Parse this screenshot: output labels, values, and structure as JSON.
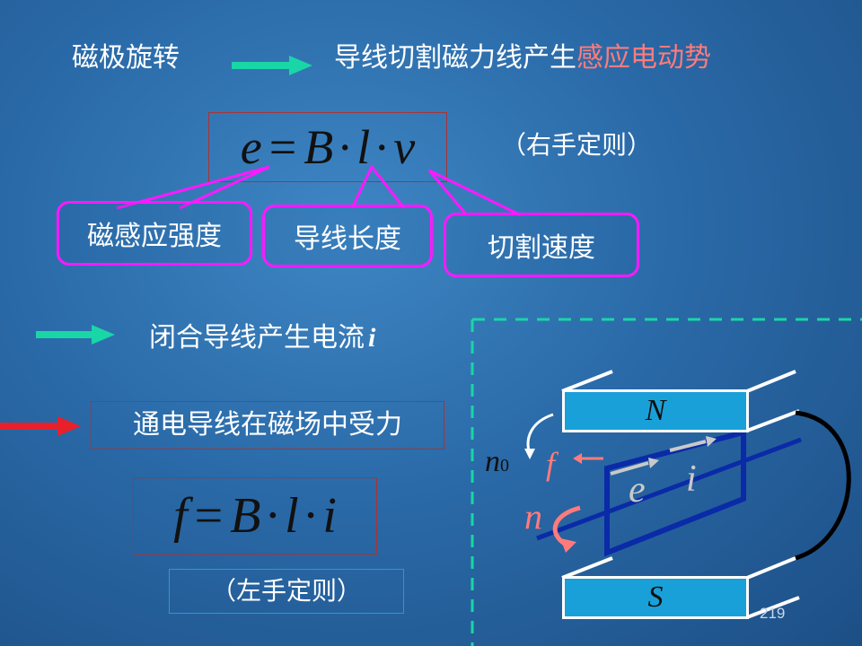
{
  "top": {
    "left_text": "磁极旋转",
    "right_plain": "导线切割磁力线产生",
    "right_red": "感应电动势"
  },
  "formula_e": {
    "lhs": "e",
    "eq": "=",
    "b": "B",
    "dot1": "·",
    "l": "l",
    "dot2": "·",
    "v": "v"
  },
  "right_hand": "（右手定则）",
  "callouts": {
    "b_label": "磁感应强度",
    "l_label": "导线长度",
    "v_label": "切割速度"
  },
  "current": {
    "text": "闭合导线产生电流",
    "var": "i"
  },
  "force": {
    "text": "通电导线在磁场中受力"
  },
  "formula_f": {
    "lhs": "f",
    "eq": "=",
    "b": "B",
    "dot1": "·",
    "l": "l",
    "dot2": "·",
    "i": "i"
  },
  "left_hand": "（左手定则）",
  "diagram": {
    "north": "N",
    "south": "S",
    "n0": "n",
    "n0_sub": "0",
    "f": "f",
    "e": "e",
    "i": "i",
    "n": "n"
  },
  "page_number": "219",
  "colors": {
    "arrow_green": "#19d6a6",
    "arrow_red": "#e8202a",
    "callout": "#ff19ff",
    "accent_text": "#ff7b7b"
  }
}
